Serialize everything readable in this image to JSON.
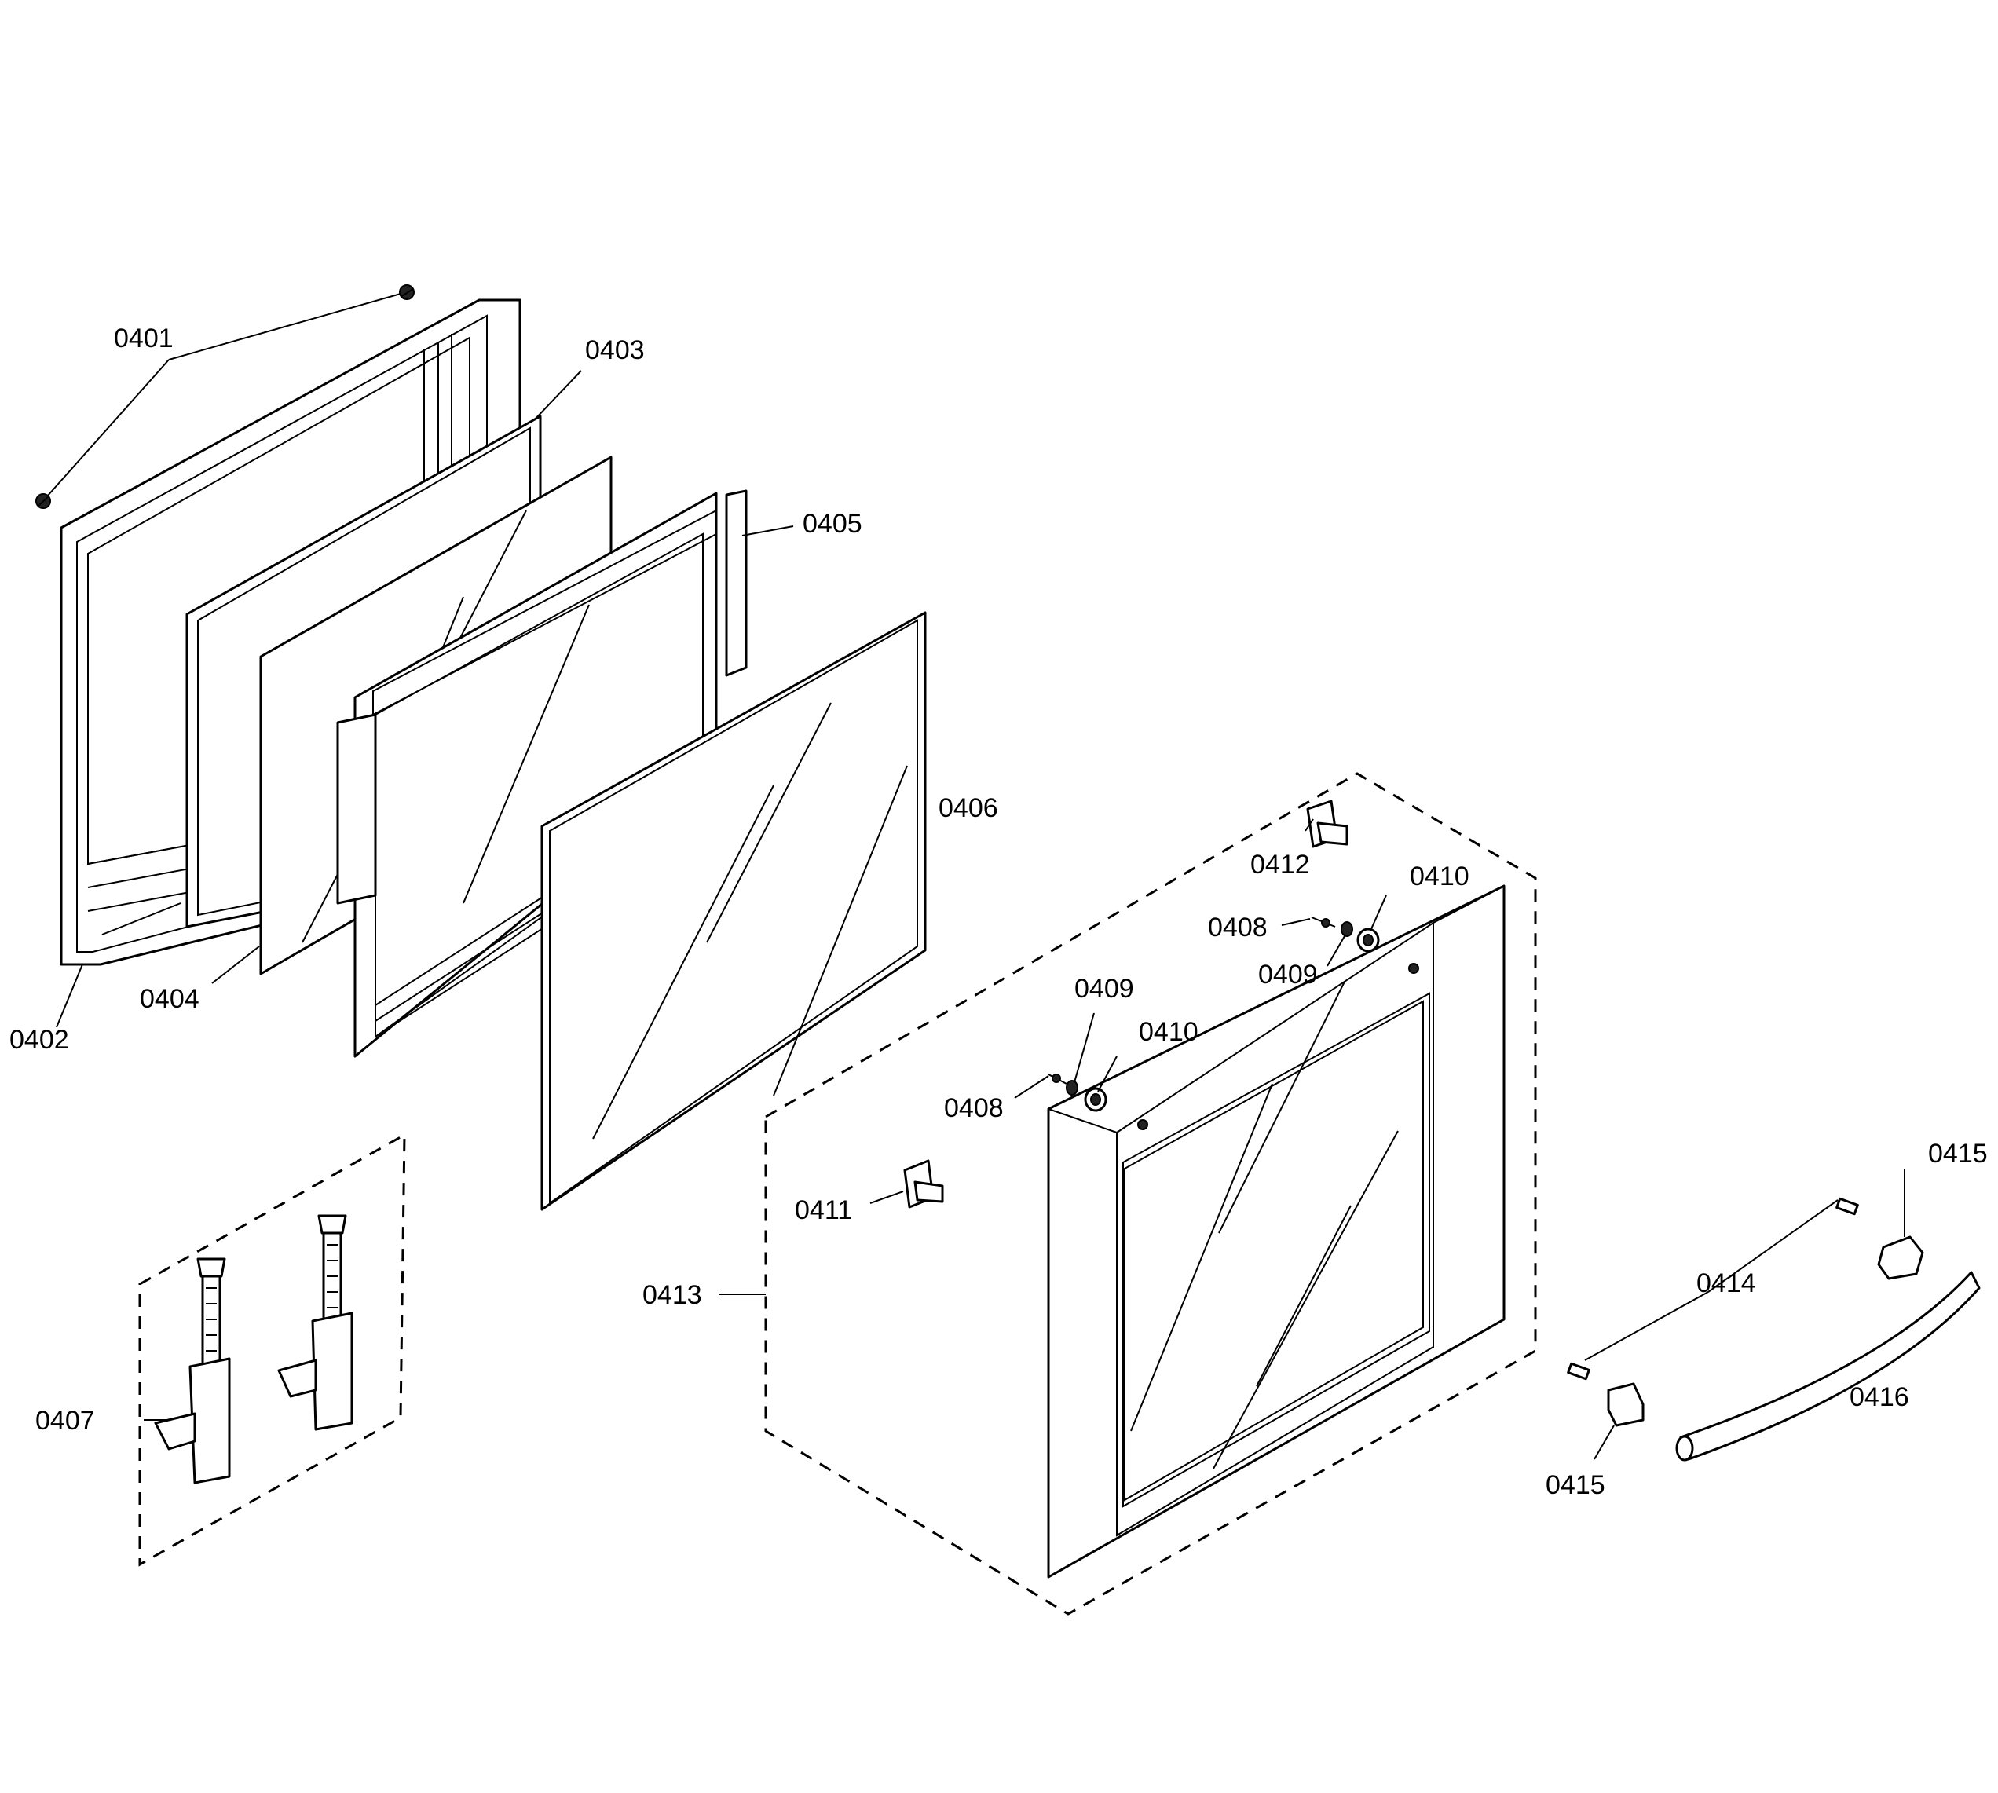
{
  "diagram": {
    "labels": {
      "l0401": "0401",
      "l0402": "0402",
      "l0403": "0403",
      "l0404": "0404",
      "l0405": "0405",
      "l0406": "0406",
      "l0407": "0407",
      "l0408a": "0408",
      "l0408b": "0408",
      "l0409a": "0409",
      "l0409b": "0409",
      "l0410a": "0410",
      "l0410b": "0410",
      "l0411": "0411",
      "l0412": "0412",
      "l0413": "0413",
      "l0414": "0414",
      "l0415a": "0415",
      "l0415b": "0415",
      "l0416": "0416"
    }
  }
}
